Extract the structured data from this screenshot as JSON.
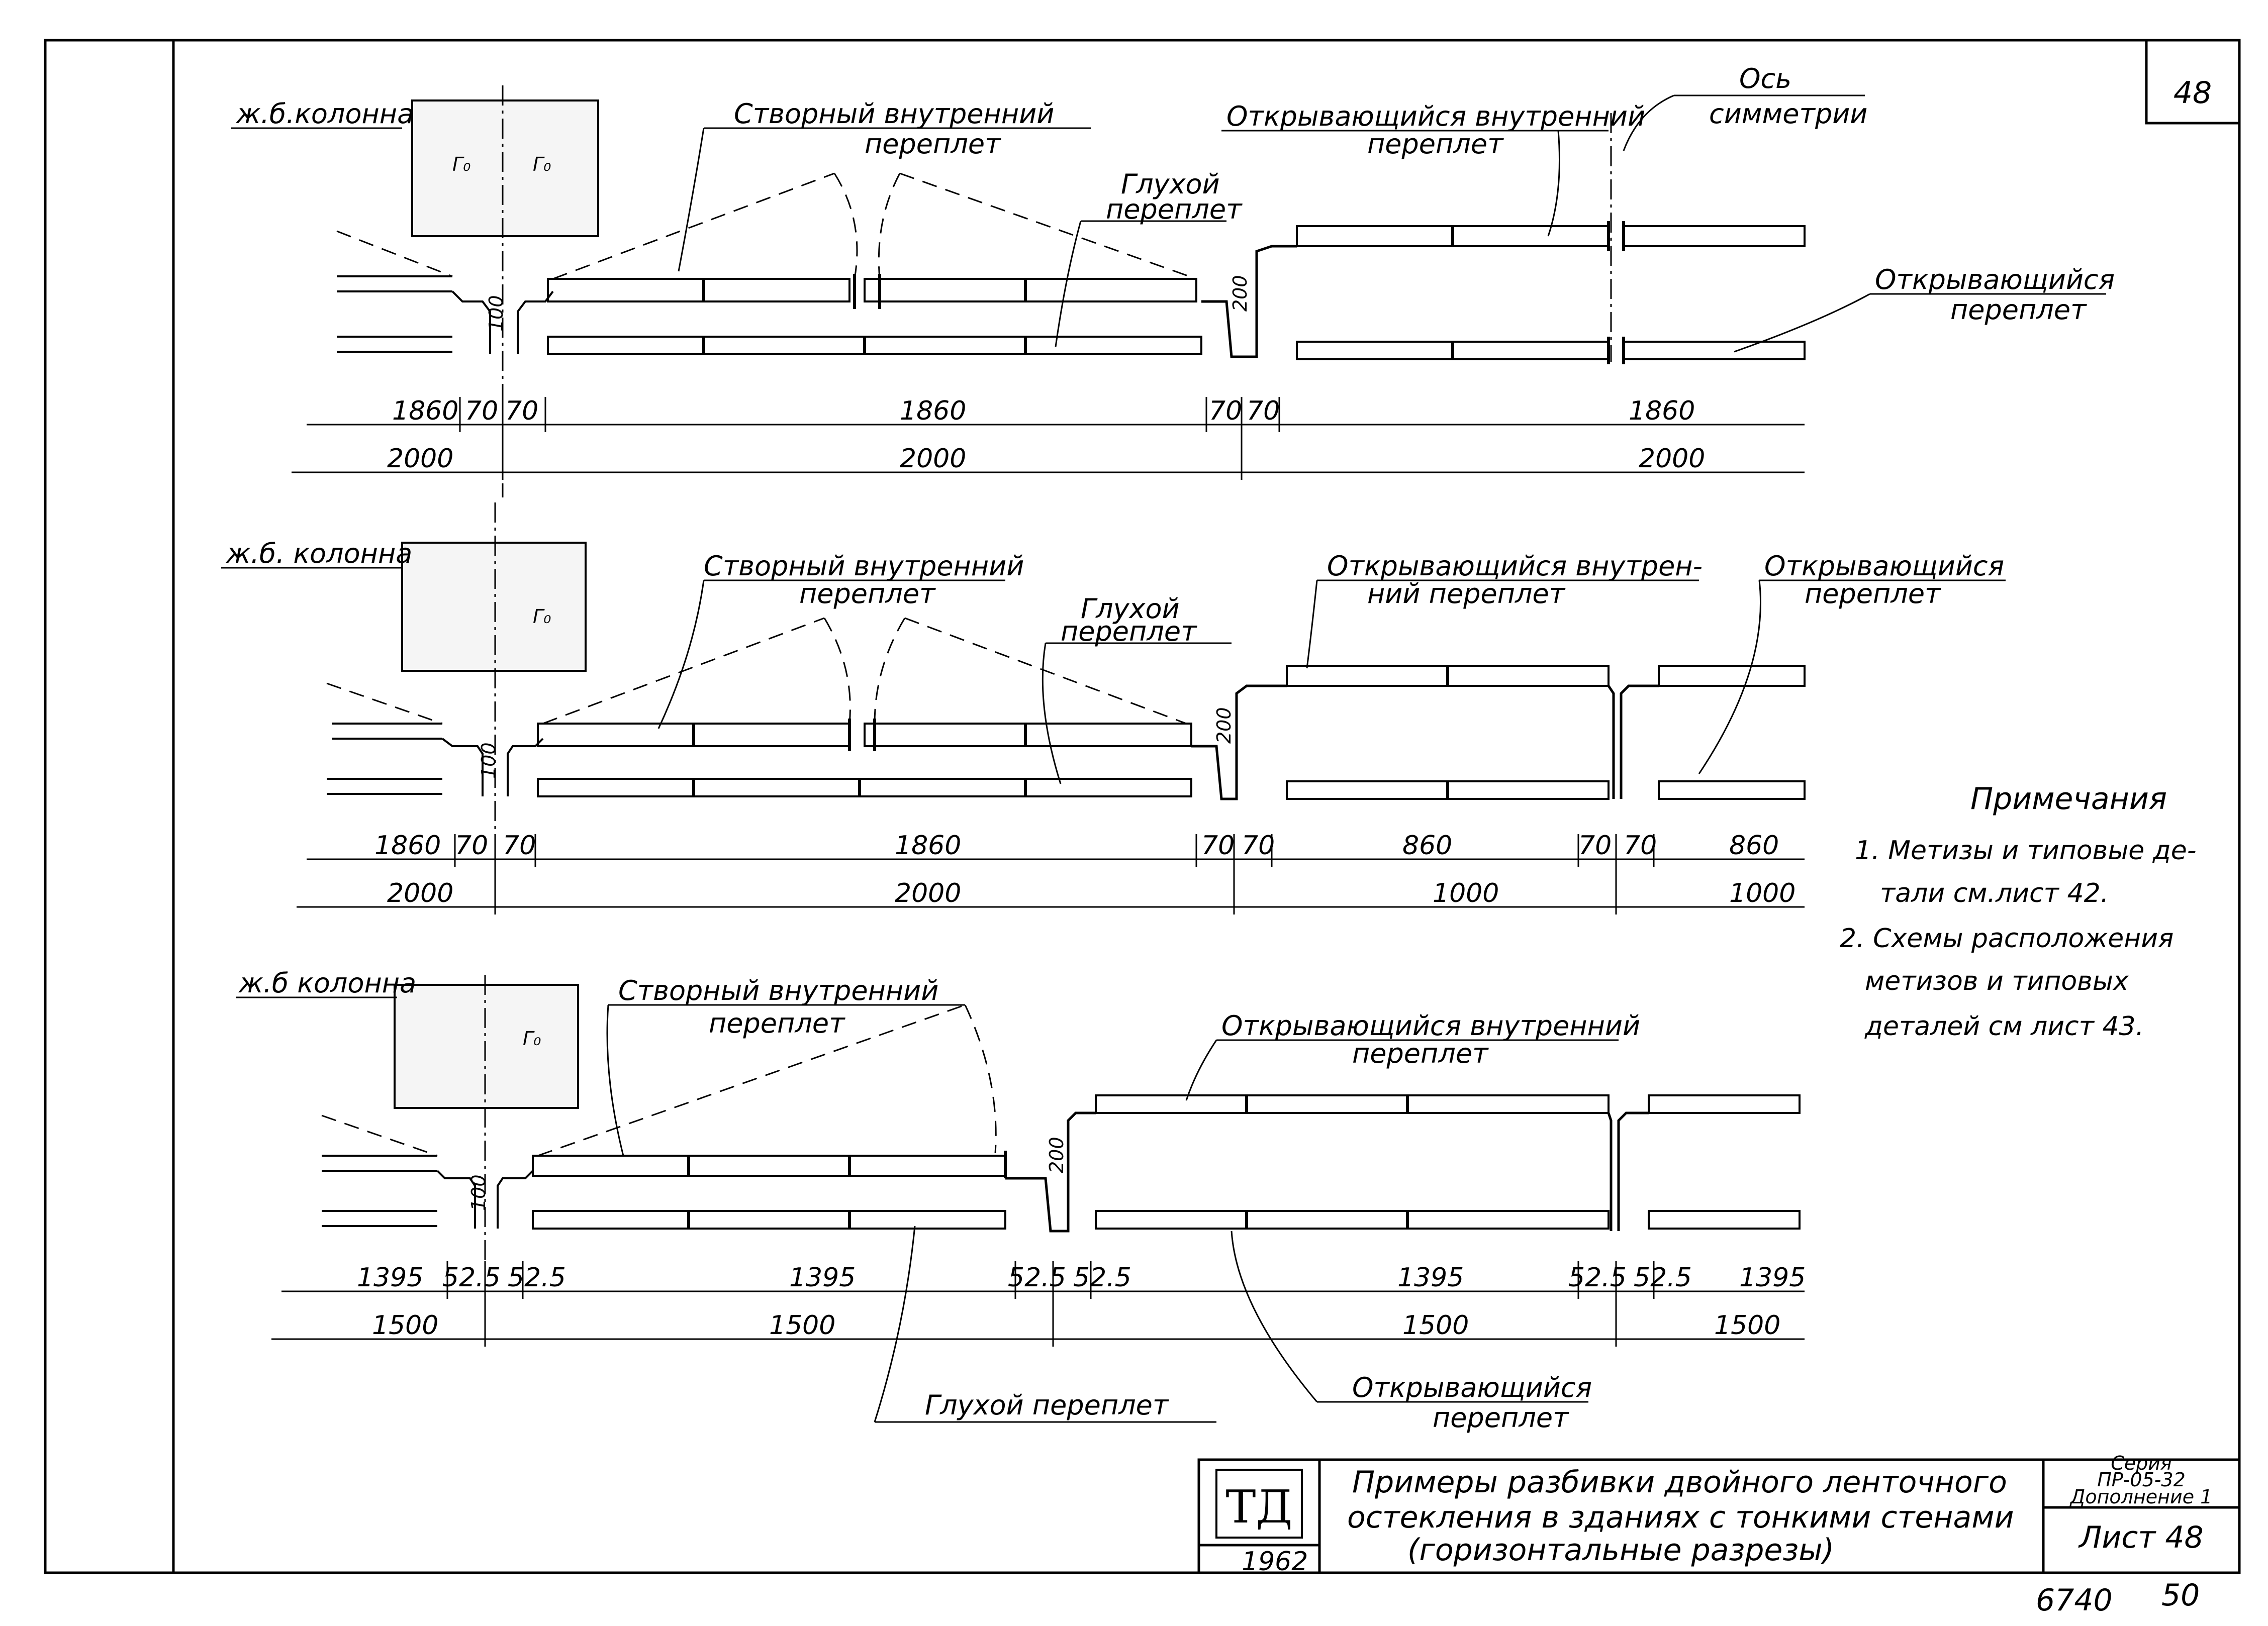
{
  "sheet_number": "48",
  "axis_label": [
    "Ось",
    "симметрии"
  ],
  "row1": {
    "column_label": "ж.б.колонна",
    "shutter_sash": [
      "Створный внутренний",
      "переплет"
    ],
    "fixed_sash": [
      "Глухой",
      "переплет"
    ],
    "opening_inner_sash": [
      "Открывающийся внутренний",
      "переплет"
    ],
    "opening_sash": [
      "Открывающийся",
      "переплет"
    ],
    "vertical_dims": [
      "100",
      "200"
    ],
    "dims_top": [
      "1860",
      "70",
      "70",
      "1860",
      "70",
      "70",
      "1860"
    ],
    "dims_bottom": [
      "2000",
      "2000",
      "2000"
    ]
  },
  "row2": {
    "column_label": "ж.б. колонна",
    "shutter_sash": [
      "Створный внутренний",
      "переплет"
    ],
    "fixed_sash": [
      "Глухой",
      "переплет"
    ],
    "opening_inner_sash": [
      "Открывающийся внутрен-",
      "ний переплет"
    ],
    "opening_sash": [
      "Открывающийся",
      "переплет"
    ],
    "vertical_dims": [
      "100",
      "200"
    ],
    "dims_top": [
      "1860",
      "70",
      "70",
      "1860",
      "70",
      "70",
      "860",
      "70",
      "70",
      "860"
    ],
    "dims_bottom": [
      "2000",
      "2000",
      "1000",
      "1000"
    ]
  },
  "row3": {
    "column_label": "ж.б колонна",
    "shutter_sash": [
      "Створный внутренний",
      "переплет"
    ],
    "opening_inner_sash": [
      "Открывающийся внутренний",
      "переплет"
    ],
    "fixed_sash": "Глухой   переплет",
    "opening_sash": [
      "Открывающийся",
      "переплет"
    ],
    "vertical_dims": [
      "100",
      "200"
    ],
    "dims_top": [
      "1395",
      "52.5",
      "52.5",
      "1395",
      "52.5",
      "52.5",
      "1395",
      "52.5",
      "52.5",
      "1395"
    ],
    "dims_bottom": [
      "1500",
      "1500",
      "1500",
      "1500"
    ]
  },
  "notes": {
    "heading": "Примечания",
    "lines": [
      "1. Метизы и типовые де-",
      "тали  см.лист 42.",
      "2. Схемы расположения",
      "метизов и типовых",
      "деталей  см лист 43."
    ]
  },
  "title_block": {
    "logo": "ТД",
    "year": "1962",
    "title_lines": [
      "Примеры разбивки двойного ленточного",
      "остекления  в зданиях с тонкими стенами",
      "(горизонтальные разрезы)"
    ],
    "series_lines": [
      "Серия",
      "ПР-05-32",
      "Дополнение 1"
    ],
    "sheet_label": "Лист 48"
  },
  "footer_codes": [
    "6740",
    "50"
  ]
}
